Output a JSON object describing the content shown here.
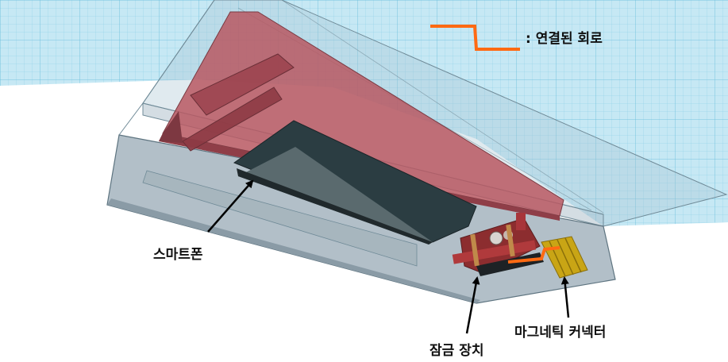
{
  "legend": {
    "text": ": 연결된 회로",
    "line_color": "#ff6a13"
  },
  "labels": {
    "smartphone": "스마트폰",
    "lock": "잠금 장치",
    "connector": "마그네틱 커넥터"
  },
  "colors": {
    "grid_bg": "#c6e8f4",
    "grid_line": "#7ec9e4",
    "housing": "#9fb3c0",
    "body_red": "#a24a55",
    "phone": "#2b3d42",
    "connector": "#c9a515",
    "circuit": "#ff6a13"
  }
}
